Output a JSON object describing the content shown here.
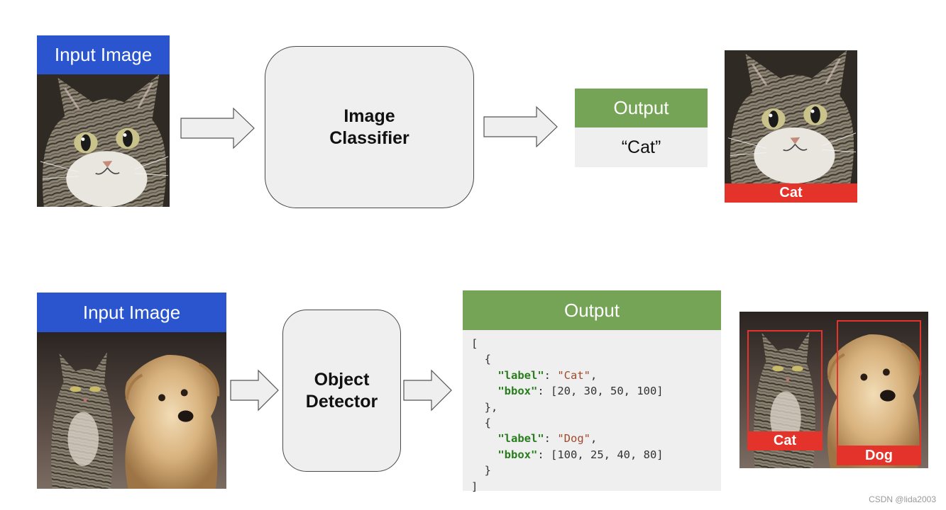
{
  "classification": {
    "input_header": "Input Image",
    "processor_label_line1": "Image",
    "processor_label_line2": "Classifier",
    "output_header": "Output",
    "output_value": "“Cat”",
    "result_label": "Cat"
  },
  "detection": {
    "input_header": "Input Image",
    "processor_label_line1": "Object",
    "processor_label_line2": "Detector",
    "output_header": "Output",
    "results": [
      {
        "label": "Cat",
        "bbox": "[20, 30, 50, 100]"
      },
      {
        "label": "Dog",
        "bbox": "[100, 25, 40, 80]"
      }
    ],
    "json_keys": {
      "label": "\"label\"",
      "bbox": "\"bbox\""
    },
    "result_labels": {
      "cat": "Cat",
      "dog": "Dog"
    }
  },
  "watermark": "CSDN @lida2003",
  "colors": {
    "input_header_blue": "#2a55cf",
    "output_header_green": "#76a456",
    "label_red": "#e3332a",
    "box_grey": "#efefef"
  },
  "icons": [
    "right-arrow-icon",
    "cat-photo",
    "cat-dog-photo"
  ]
}
